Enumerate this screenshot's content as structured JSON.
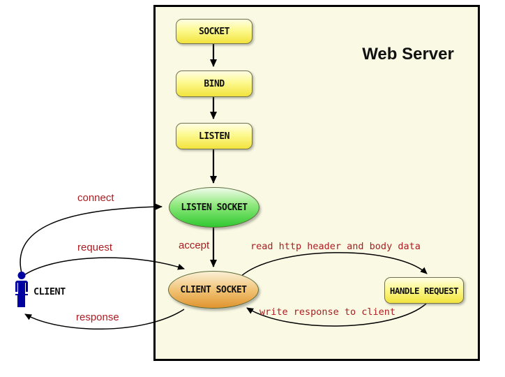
{
  "diagram": {
    "title": "Web Server",
    "client": {
      "label": "CLIENT"
    },
    "nodes": {
      "socket": "SOCKET",
      "bind": "BIND",
      "listen": "LISTEN",
      "listen_socket": "LISTEN SOCKET",
      "client_socket": "CLIENT SOCKET",
      "handle_request": "HANDLE REQUEST"
    },
    "edge_labels": {
      "connect": "connect",
      "request": "request",
      "response": "response",
      "accept": "accept",
      "read": "read http header and body data",
      "write": "write response to client"
    },
    "colors": {
      "server_background": "#fafae4",
      "server_border": "#000000",
      "process_fill_top": "#fefee4",
      "process_fill_bottom": "#f2e33e",
      "listen_socket_fill": "#30c931",
      "client_socket_fill": "#e0942f",
      "edge_label_text": "#ab1c22",
      "client_figure": "#0000a0",
      "arrow": "#000000"
    }
  }
}
